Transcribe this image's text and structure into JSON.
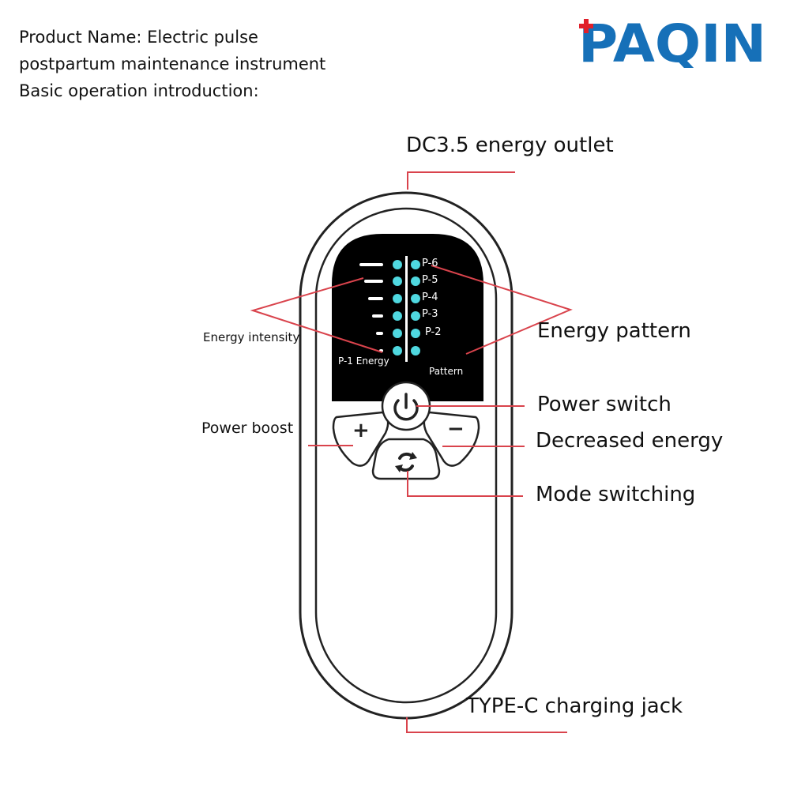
{
  "intro": {
    "line1": "Product Name: Electric pulse",
    "line2": "postpartum maintenance instrument",
    "line3": "Basic operation introduction:"
  },
  "brand": {
    "logo_text": "PAQIN",
    "color": "#1670b8",
    "accent": "#e0202a"
  },
  "callouts": {
    "dc_outlet": "DC3.5 energy outlet",
    "energy_intensity": "Energy intensity",
    "energy_pattern": "Energy pattern",
    "power_switch": "Power switch",
    "power_boost": "Power boost",
    "decreased_energy": "Decreased energy",
    "mode_switching": "Mode switching",
    "typec_jack": "TYPE-C charging jack"
  },
  "screen": {
    "levels": [
      "P-6",
      "P-5",
      "P-4",
      "P-3",
      "P-2"
    ],
    "energy_label": "P-1 Energy",
    "pattern_label": "Pattern"
  },
  "buttons": {
    "plus": "+",
    "minus": "−"
  },
  "colors": {
    "leader": "#d9434c",
    "led": "#4fd8e0",
    "screen": "#000000"
  }
}
